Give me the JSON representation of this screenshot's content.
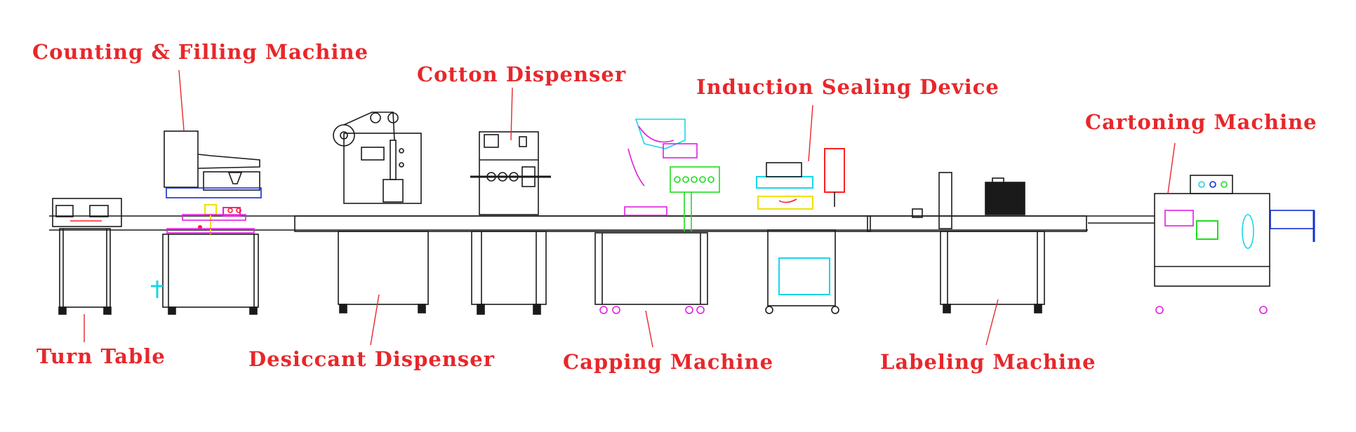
{
  "labels": {
    "counting_filling": "Counting & Filling Machine",
    "cotton": "Cotton Dispenser",
    "induction": "Induction Sealing Device",
    "cartoning": "Cartoning Machine",
    "turn_table": "Turn Table",
    "desiccant": "Desiccant Dispenser",
    "capping": "Capping Machine",
    "labeling": "Labeling Machine"
  },
  "colors": {
    "label": "#e8272b",
    "leader": "#e8272b",
    "line": "#1a1a1a",
    "cyan": "#19d6e8",
    "magenta": "#e020e0",
    "green": "#1edc1e",
    "yellow": "#f0e000",
    "red": "#ff2020",
    "blue": "#1030d0"
  }
}
